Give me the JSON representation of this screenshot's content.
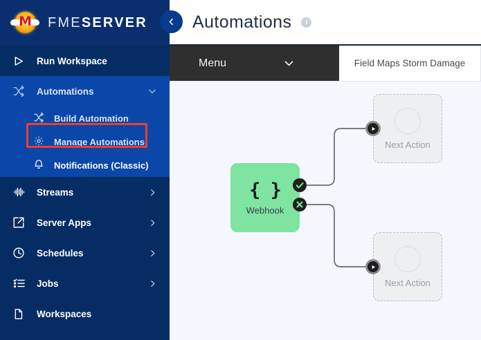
{
  "brand": {
    "logo_icon": "fme-logo-icon",
    "name_light": "FME",
    "name_bold": "SERVER",
    "logo_letter": "M"
  },
  "sidebar": {
    "items": [
      {
        "label": "Run Workspace",
        "icon": "play-outline-icon",
        "chevron": "",
        "state": "normal"
      },
      {
        "label": "Automations",
        "icon": "shuffle-icon",
        "chevron": "chevron-down-icon",
        "state": "expanded"
      },
      {
        "label": "Streams",
        "icon": "streams-waveform-icon",
        "chevron": "chevron-right-icon",
        "state": "normal"
      },
      {
        "label": "Server Apps",
        "icon": "server-apps-share-icon",
        "chevron": "chevron-right-icon",
        "state": "normal"
      },
      {
        "label": "Schedules",
        "icon": "clock-icon",
        "chevron": "chevron-right-icon",
        "state": "normal"
      },
      {
        "label": "Jobs",
        "icon": "jobs-list-icon",
        "chevron": "chevron-right-icon",
        "state": "normal"
      },
      {
        "label": "Workspaces",
        "icon": "document-icon",
        "chevron": "",
        "state": "normal"
      }
    ],
    "automations_children": [
      {
        "label": "Build Automation",
        "icon": "shuffle-icon",
        "highlighted": true
      },
      {
        "label": "Manage Automations",
        "icon": "gear-icon",
        "highlighted": false
      },
      {
        "label": "Notifications (Classic)",
        "icon": "bell-icon",
        "highlighted": false
      }
    ],
    "highlight_color": "#f43c2b"
  },
  "header": {
    "title": "Automations",
    "info_icon": "info-icon",
    "info_glyph": "i",
    "collapse_icon": "chevron-left-icon"
  },
  "toolbar": {
    "menu_label": "Menu",
    "menu_chevron": "chevron-down-icon",
    "tab_label": "Field Maps Storm Damage"
  },
  "canvas": {
    "background": "#f4f7fd",
    "nodes": [
      {
        "id": "webhook",
        "label": "Webhook",
        "glyph": "{ }",
        "color": "#7fe3a2",
        "type": "trigger",
        "ports": [
          {
            "name": "success-port",
            "icon": "check-circle-icon"
          },
          {
            "name": "failure-port",
            "icon": "x-circle-icon"
          }
        ]
      },
      {
        "id": "next-action-top",
        "label": "Next Action",
        "type": "placeholder",
        "port": {
          "name": "input-port",
          "icon": "play-circle-icon"
        }
      },
      {
        "id": "next-action-bottom",
        "label": "Next Action",
        "type": "placeholder",
        "port": {
          "name": "input-port",
          "icon": "play-circle-icon"
        }
      }
    ]
  }
}
